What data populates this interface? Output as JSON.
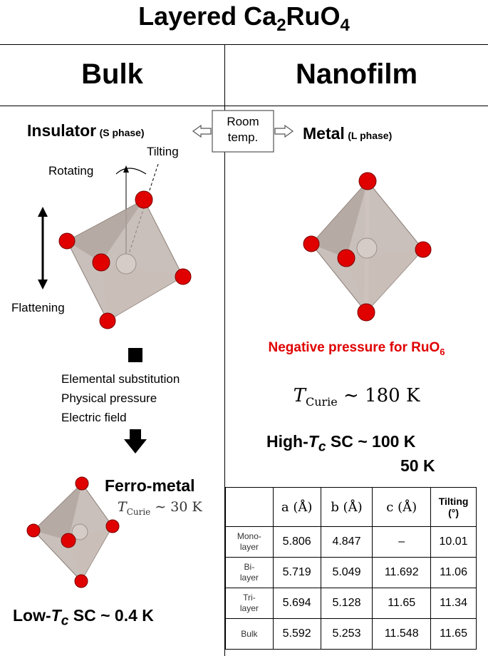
{
  "title": {
    "prefix": "Layered Ca",
    "sub1": "2",
    "mid": "RuO",
    "sub2": "4"
  },
  "columns": {
    "left": "Bulk",
    "right": "Nanofilm"
  },
  "bulk": {
    "phase_main": "Insulator",
    "phase_sub": "(S phase)",
    "label_tilting": "Tilting",
    "label_rotating": "Rotating",
    "label_flattening": "Flattening",
    "methods": [
      "Elemental substitution",
      "Physical pressure",
      "Electric field"
    ],
    "ferro_title": "Ferro-metal",
    "tcurie_symbol": "T",
    "tcurie_sub": "Curie",
    "tcurie_value": "∼ 30 K",
    "sc_prefix": "Low-",
    "sc_t": "T",
    "sc_c": "c",
    "sc_rest": " SC ~ 0.4 K"
  },
  "transition": {
    "line1": "Room",
    "line2": "temp."
  },
  "nanofilm": {
    "phase_main": "Metal",
    "phase_sub": "(L phase)",
    "pressure_prefix": "Negative pressure for RuO",
    "pressure_sub": "6",
    "tcurie_symbol": "T",
    "tcurie_sub": "Curie",
    "tcurie_value": "∼ 180 K",
    "sc_prefix": "High-",
    "sc_t": "T",
    "sc_c": "c",
    "sc_rest": " SC ~ 100 K",
    "sc_second": "50 K"
  },
  "table": {
    "headers": {
      "a": "a (Å)",
      "b": "b (Å)",
      "c": "c (Å)",
      "tilt_line1": "Tilting",
      "tilt_line2": "(°)"
    },
    "rows": [
      {
        "label1": "Mono-",
        "label2": "layer",
        "a": "5.806",
        "b": "4.847",
        "c": "–",
        "tilt": "10.01"
      },
      {
        "label1": "Bi-",
        "label2": "layer",
        "a": "5.719",
        "b": "5.049",
        "c": "11.692",
        "tilt": "11.06"
      },
      {
        "label1": "Tri-",
        "label2": "layer",
        "a": "5.694",
        "b": "5.128",
        "c": "11.65",
        "tilt": "11.34"
      },
      {
        "label1": "Bulk",
        "label2": "",
        "a": "5.592",
        "b": "5.253",
        "c": "11.548",
        "tilt": "11.65"
      }
    ]
  },
  "colors": {
    "oxygen": "#e00000",
    "octahedron": "#b8aba4",
    "highlight": "#e00000"
  }
}
